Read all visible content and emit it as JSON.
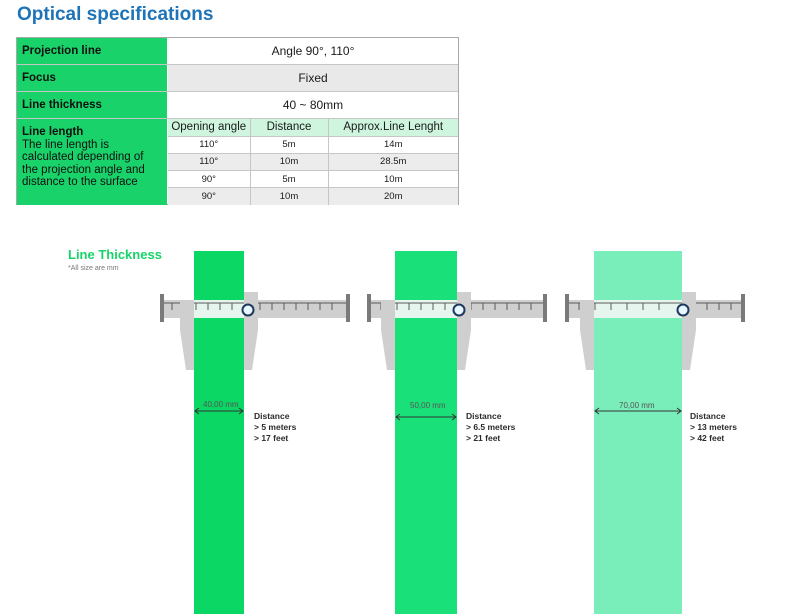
{
  "page": {
    "title": "Optical specifications"
  },
  "spec_table": {
    "projection_line": {
      "label": "Projection line",
      "value": "Angle 90°, 110°"
    },
    "focus": {
      "label": "Focus",
      "value": "Fixed"
    },
    "line_thickness": {
      "label": "Line thickness",
      "value": "40 ~ 80mm"
    },
    "line_length": {
      "label": "Line length",
      "note": "The line length is calculated depending of the projection angle and distance to the surface",
      "headers": [
        "Opening angle",
        "Distance",
        "Approx.Line Lenght"
      ],
      "rows": [
        [
          "110°",
          "5m",
          "14m"
        ],
        [
          "110°",
          "10m",
          "28.5m"
        ],
        [
          "90°",
          "5m",
          "10m"
        ],
        [
          "90°",
          "10m",
          "20m"
        ]
      ]
    }
  },
  "line_thickness_section": {
    "title": "Line Thickness",
    "note": "*All size are mm",
    "items": [
      {
        "width_label": "40,00 mm",
        "distance_label": "Distance",
        "meters": "> 5 meters",
        "feet": "> 17 feet",
        "color": "#0bd764"
      },
      {
        "width_label": "50,00 mm",
        "distance_label": "Distance",
        "meters": "> 6.5 meters",
        "feet": "> 21 feet",
        "color": "#1ae07a"
      },
      {
        "width_label": "70,00 mm",
        "distance_label": "Distance",
        "meters": "> 13 meters",
        "feet": "> 42 feet",
        "color": "#79edba"
      }
    ]
  },
  "colors": {
    "heading_blue": "#1f73b7",
    "accent_green": "#19d36a",
    "caliper_gray": "#cfcfcf"
  }
}
